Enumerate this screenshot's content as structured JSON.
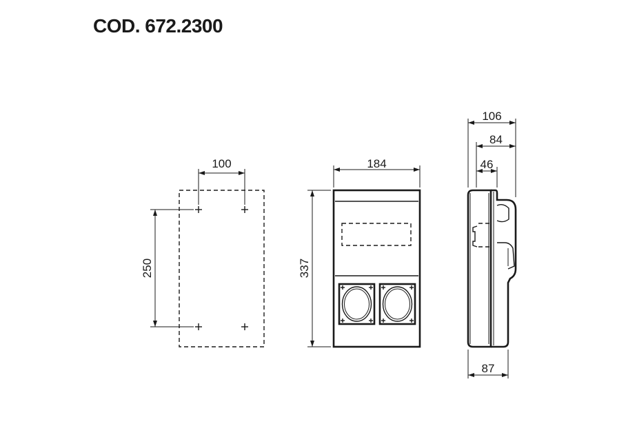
{
  "title": {
    "prefix": "COD.",
    "code": "672.2300"
  },
  "mounting_view": {
    "hole_spacing_horizontal": "100",
    "hole_spacing_vertical": "250"
  },
  "front_view": {
    "width": "184",
    "height": "337",
    "socket_count": 2
  },
  "side_view": {
    "depth_total": "106",
    "depth_middle": "84",
    "depth_rail": "46",
    "depth_base": "87"
  },
  "colors": {
    "line": "#1a1a1a",
    "background": "#ffffff"
  }
}
